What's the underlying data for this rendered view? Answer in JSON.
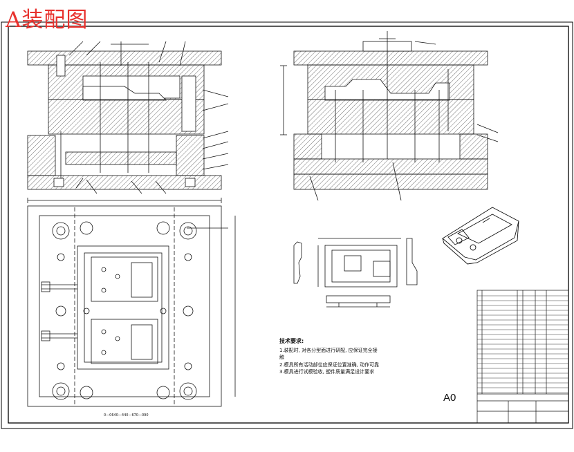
{
  "title": "A装配图",
  "sheet_size": "A0",
  "notes": {
    "heading": "技术要求:",
    "items": [
      "1.装配时, 对各分型面进行研配, 应保证完全接触",
      "2.模具所有活动部位应保证位置准确, 动作可靠",
      "3.模具进行试模验收, 塑件质量满足设计要求"
    ]
  },
  "dimension_note": "0—0640—440—670—090",
  "colors": {
    "banner": "#e8322e",
    "line": "#111111",
    "border": "#000000"
  }
}
